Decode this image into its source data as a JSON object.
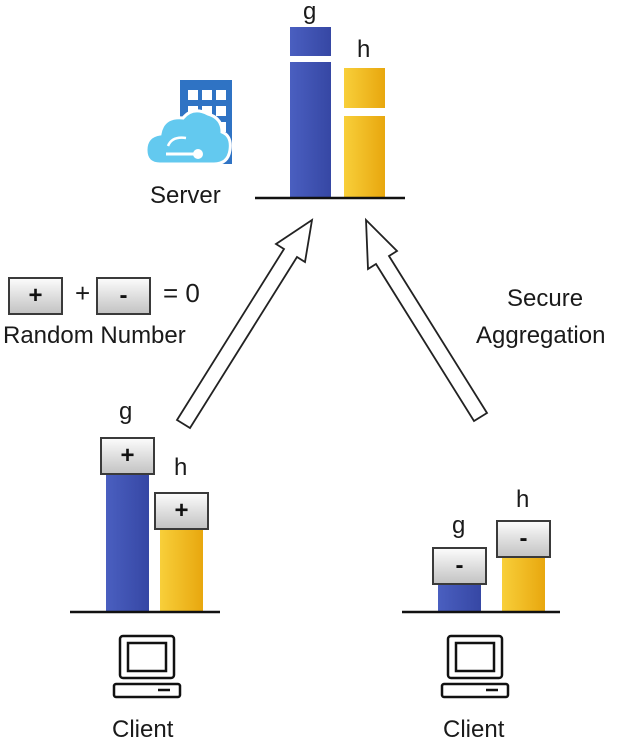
{
  "colors": {
    "g_bar": "#3f55b4",
    "h_bar_light": "#f6c52a",
    "h_bar_dark": "#e8a80f",
    "axis": "#111111",
    "arrow_fill": "#ffffff",
    "arrow_stroke": "#222222"
  },
  "icons": [
    "cloud-server-icon",
    "laptop-icon",
    "laptop-icon"
  ],
  "server": {
    "label": "Server",
    "g_label": "g",
    "h_label": "h"
  },
  "equation": {
    "plus": "+",
    "op": "+",
    "minus": "-",
    "equals": "= 0",
    "caption": "Random Number"
  },
  "aggregation": {
    "line1": "Secure",
    "line2": "Aggregation"
  },
  "clients": [
    {
      "label": "Client",
      "g_label": "g",
      "h_label": "h",
      "g_mask": "+",
      "h_mask": "+"
    },
    {
      "label": "Client",
      "g_label": "g",
      "h_label": "h",
      "g_mask": "-",
      "h_mask": "-"
    }
  ]
}
